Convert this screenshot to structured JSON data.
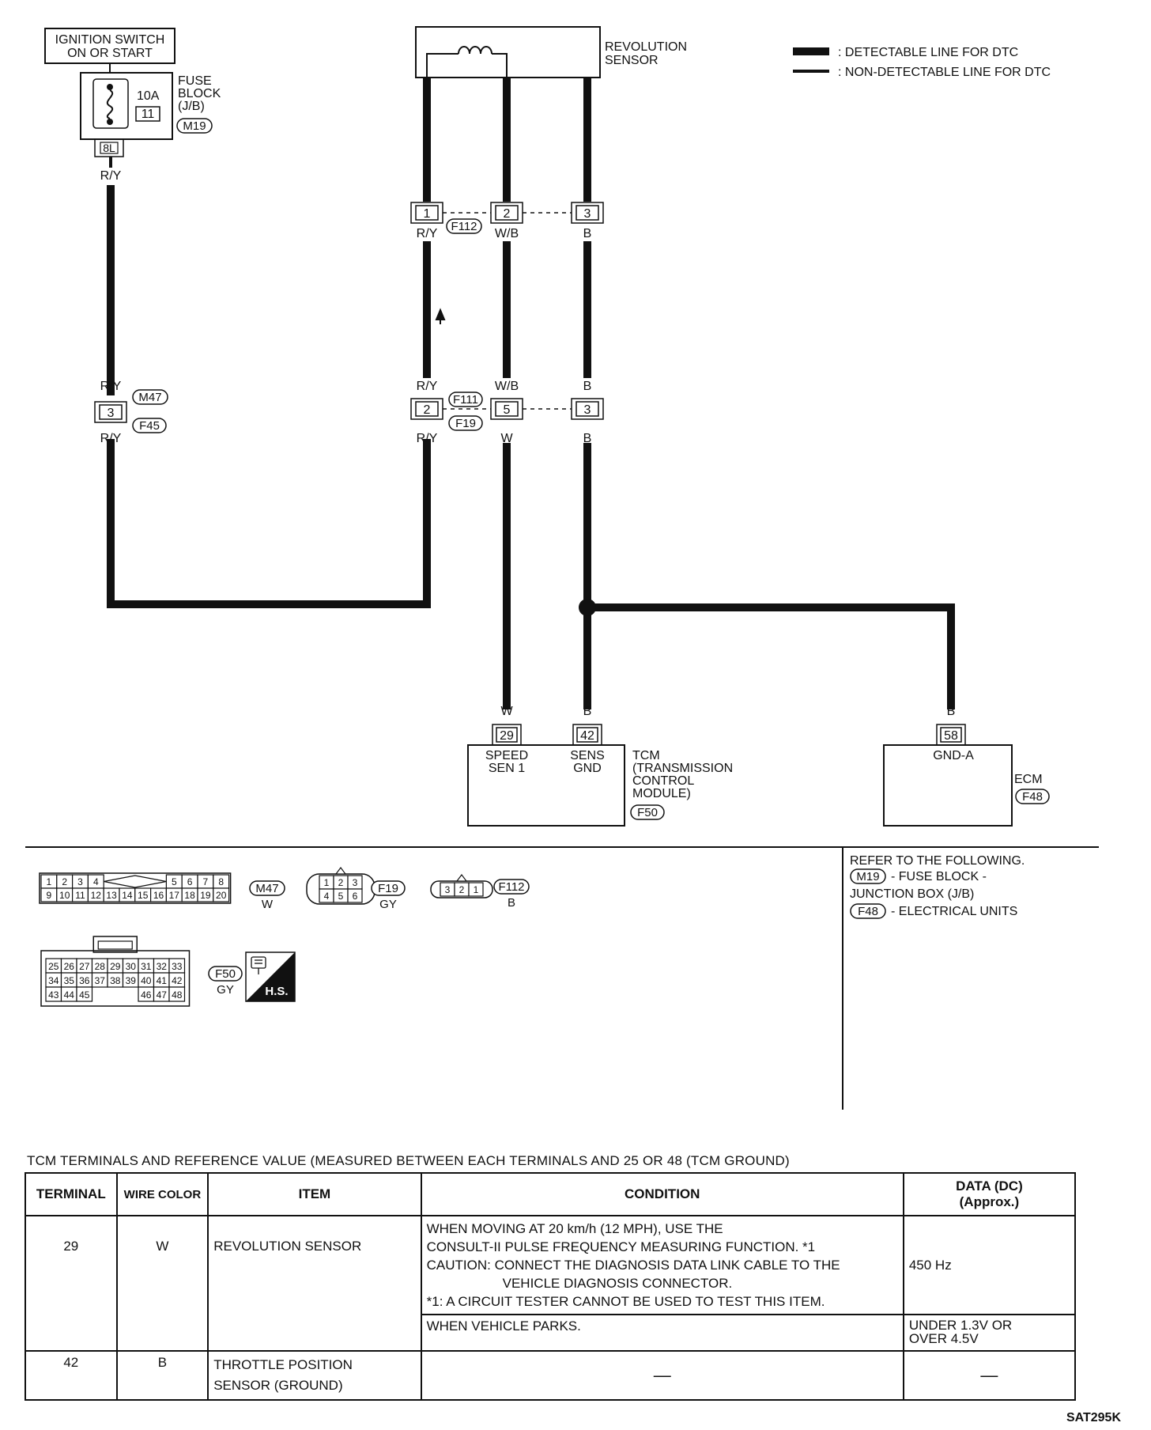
{
  "legend": {
    "detectable": ": DETECTABLE LINE FOR DTC",
    "non_detectable": ": NON-DETECTABLE LINE FOR DTC"
  },
  "ignition": {
    "line1": "IGNITION SWITCH",
    "line2": "ON OR START"
  },
  "fuse": {
    "rating": "10A",
    "number": "11",
    "block_l1": "FUSE",
    "block_l2": "BLOCK",
    "block_l3": "(J/B)",
    "connector": "M19",
    "terminal": "8L",
    "wire": "R/Y"
  },
  "sensor": {
    "line1": "REVOLUTION",
    "line2": "SENSOR"
  },
  "connectors": {
    "f112": {
      "id": "F112",
      "pins": [
        "1",
        "2",
        "3"
      ],
      "wires": [
        "R/Y",
        "W/B",
        "B"
      ]
    },
    "f111": {
      "id": "F111",
      "id2": "F19",
      "pins": [
        "2",
        "5",
        "3"
      ],
      "wires_top": [
        "R/Y",
        "W/B",
        "B"
      ],
      "wires_bottom": [
        "R/Y",
        "W",
        "B"
      ]
    },
    "m47": {
      "id": "M47",
      "id2": "F45",
      "pin": "3",
      "wire_top": "R/Y",
      "wire_bottom": "R/Y"
    }
  },
  "tcm": {
    "pin29": "29",
    "pin42": "42",
    "wire29": "W",
    "wire42": "B",
    "label29_l1": "SPEED",
    "label29_l2": "SEN 1",
    "label42_l1": "SENS",
    "label42_l2": "GND",
    "name_l1": "TCM",
    "name_l2": "(TRANSMISSION",
    "name_l3": "CONTROL",
    "name_l4": "MODULE)",
    "connector": "F50"
  },
  "ecm": {
    "pin": "58",
    "wire": "B",
    "pin_label": "GND-A",
    "name": "ECM",
    "connector": "F48"
  },
  "connector_views": {
    "m47": {
      "id": "M47",
      "color": "W",
      "row1_left": [
        "1",
        "2",
        "3",
        "4"
      ],
      "row1_right": [
        "5",
        "6",
        "7",
        "8"
      ],
      "row2": [
        "9",
        "10",
        "11",
        "12",
        "13",
        "14",
        "15",
        "16",
        "17",
        "18",
        "19",
        "20"
      ]
    },
    "f19": {
      "id": "F19",
      "color": "GY",
      "row1": [
        "1",
        "2",
        "3"
      ],
      "row2": [
        "4",
        "5",
        "6"
      ]
    },
    "f112": {
      "id": "F112",
      "color": "B",
      "pins": [
        "3",
        "2",
        "1"
      ]
    },
    "f50": {
      "id": "F50",
      "color": "GY",
      "row1": [
        "25",
        "26",
        "27",
        "28",
        "29",
        "30",
        "31",
        "32",
        "33"
      ],
      "row2": [
        "34",
        "35",
        "36",
        "37",
        "38",
        "39",
        "40",
        "41",
        "42"
      ],
      "row3_left": [
        "43",
        "44",
        "45"
      ],
      "row3_right": [
        "46",
        "47",
        "48"
      ]
    },
    "hs_label": "H.S."
  },
  "refer": {
    "title": "REFER TO THE FOLLOWING.",
    "item1_id": "M19",
    "item1_text": "- FUSE BLOCK -",
    "item1_text2": "JUNCTION BOX (J/B)",
    "item2_id": "F48",
    "item2_text": "- ELECTRICAL UNITS"
  },
  "table": {
    "title": "TCM TERMINALS AND REFERENCE VALUE (MEASURED BETWEEN EACH TERMINALS AND 25 OR 48 (TCM GROUND)",
    "headers": [
      "TERMINAL",
      "WIRE COLOR",
      "ITEM",
      "CONDITION",
      "DATA (DC)",
      "(Approx.)"
    ],
    "row1": {
      "terminal": "29",
      "wire": "W",
      "item": "REVOLUTION SENSOR",
      "cond_a1": "WHEN MOVING AT 20 km/h (12 MPH), USE THE",
      "cond_a2": "CONSULT-II PULSE FREQUENCY MEASURING FUNCTION. *1",
      "cond_a3": "CAUTION: CONNECT THE DIAGNOSIS DATA LINK CABLE TO THE",
      "cond_a4": "VEHICLE DIAGNOSIS CONNECTOR.",
      "cond_a5": "*1: A CIRCUIT TESTER CANNOT BE USED TO TEST THIS ITEM.",
      "data_a": "450 Hz",
      "cond_b": "WHEN VEHICLE PARKS.",
      "data_b1": "UNDER 1.3V OR",
      "data_b2": "OVER 4.5V"
    },
    "row2": {
      "terminal": "42",
      "wire": "B",
      "item1": "THROTTLE POSITION",
      "item2": "SENSOR (GROUND)",
      "cond": "—",
      "data": "—"
    }
  },
  "footer_code": "SAT295K"
}
